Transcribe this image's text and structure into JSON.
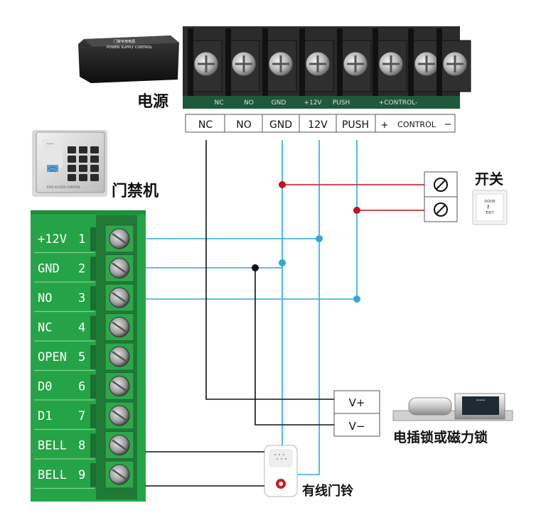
{
  "psu_terminal_labels": [
    "NC",
    "NO",
    "GND",
    "12V",
    "PUSH",
    "+",
    "CONTROL",
    "−"
  ],
  "psu_silk_labels": [
    "NC",
    "NO",
    "GND",
    "+12V",
    "PUSH",
    "+CONTROL-"
  ],
  "psu_box_text": [
    "门禁专用电源",
    "POWER SUPPLY CONTROL"
  ],
  "power_label": "电源",
  "controller_label": "门禁机",
  "keypad_text": [
    "RFID ACCESS CONTROL"
  ],
  "pcb_pins": [
    {
      "name": "+12V",
      "num": "1"
    },
    {
      "name": "GND",
      "num": "2"
    },
    {
      "name": "NO",
      "num": "3"
    },
    {
      "name": "NC",
      "num": "4"
    },
    {
      "name": "OPEN",
      "num": "5"
    },
    {
      "name": "D0",
      "num": "6"
    },
    {
      "name": "D1",
      "num": "7"
    },
    {
      "name": "BELL",
      "num": "8"
    },
    {
      "name": "BELL",
      "num": "9"
    }
  ],
  "switch_label": "开关",
  "exit_button_text": [
    "DOOR",
    "EXIT"
  ],
  "lock_terminals": [
    "V+",
    "V−"
  ],
  "lock_label": "电插锁或磁力锁",
  "doorbell_label": "有线门铃",
  "colors": {
    "wire_blue": "#2ea8dc",
    "wire_red": "#c8101a",
    "wire_black": "#111111",
    "pcb_green": "#24a447"
  }
}
